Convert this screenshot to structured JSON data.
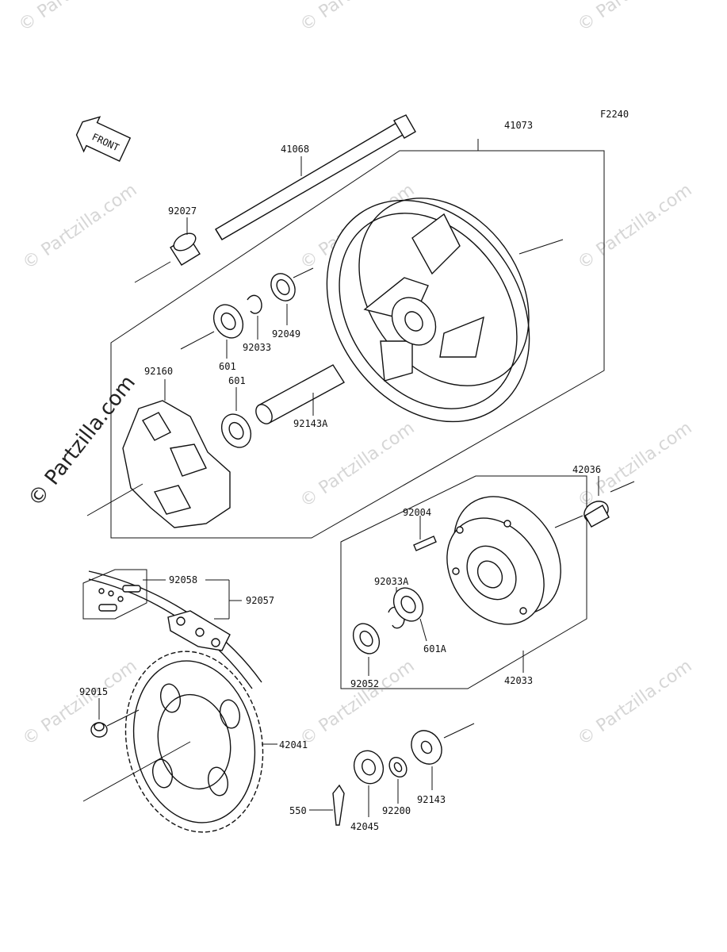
{
  "diagram": {
    "code": "F2240",
    "front_label": "FRONT",
    "watermark": "© Partzilla.com",
    "parts": [
      {
        "id": "p41068",
        "number": "41068"
      },
      {
        "id": "p41073",
        "number": "41073"
      },
      {
        "id": "p92027",
        "number": "92027"
      },
      {
        "id": "p92049",
        "number": "92049"
      },
      {
        "id": "p92033",
        "number": "92033"
      },
      {
        "id": "p601a",
        "number": "601"
      },
      {
        "id": "p601b",
        "number": "601"
      },
      {
        "id": "p92160",
        "number": "92160"
      },
      {
        "id": "p92143A",
        "number": "92143A"
      },
      {
        "id": "p42036",
        "number": "42036"
      },
      {
        "id": "p92004",
        "number": "92004"
      },
      {
        "id": "p92058",
        "number": "92058"
      },
      {
        "id": "p92057",
        "number": "92057"
      },
      {
        "id": "p92033A",
        "number": "92033A"
      },
      {
        "id": "p601A",
        "number": "601A"
      },
      {
        "id": "p92052",
        "number": "92052"
      },
      {
        "id": "p42033",
        "number": "42033"
      },
      {
        "id": "p92015",
        "number": "92015"
      },
      {
        "id": "p42041",
        "number": "42041"
      },
      {
        "id": "p550",
        "number": "550"
      },
      {
        "id": "p42045",
        "number": "42045"
      },
      {
        "id": "p92200",
        "number": "92200"
      },
      {
        "id": "p92143",
        "number": "92143"
      }
    ]
  }
}
